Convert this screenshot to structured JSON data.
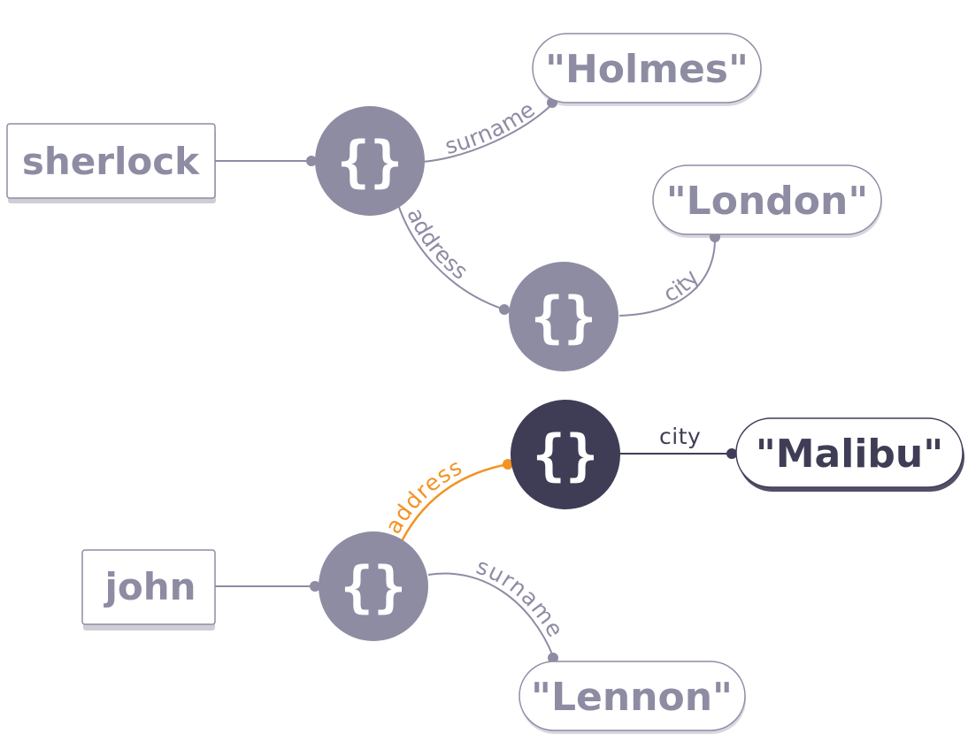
{
  "colors": {
    "muted": "#8e8ca3",
    "dark": "#3f3d56",
    "accent": "#f39322",
    "background": "#ffffff"
  },
  "icons": {
    "object": "curly-braces-icon"
  },
  "roots": [
    {
      "label": "sherlock"
    },
    {
      "label": "john"
    }
  ],
  "object_symbol": "{}",
  "edges": {
    "sherlock_surname": "surname",
    "sherlock_address": "address",
    "sherlock_city": "city",
    "john_address": "address",
    "john_city": "city",
    "john_surname": "surname"
  },
  "values": {
    "holmes": "\"Holmes\"",
    "london": "\"London\"",
    "malibu": "\"Malibu\"",
    "lennon": "\"Lennon\""
  }
}
